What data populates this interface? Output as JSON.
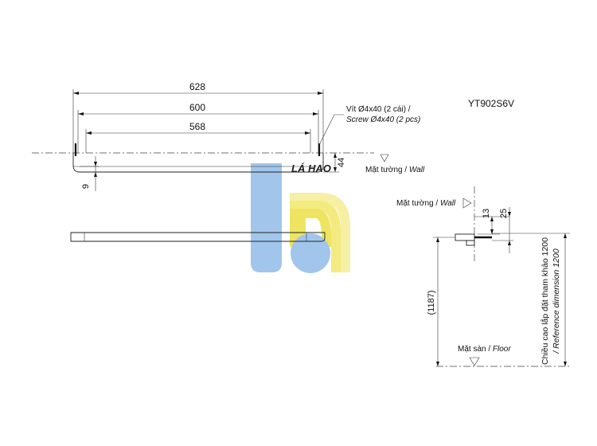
{
  "model": "YT902S6V",
  "watermark_text": "LÁ HAO",
  "colors": {
    "line": "#222222",
    "wm_blue": "#9ec4ea",
    "wm_yellow": "#f3ea7a",
    "wm_text": "#7fb0e0"
  },
  "top_view": {
    "dim_overall": "628",
    "dim_mid": "600",
    "dim_inner": "568",
    "dim_depth": "44",
    "dim_thickness": "9",
    "screw_vn": "Vít Ø4x40 (2 cái) /",
    "screw_en": "Screw Ø4x40 (2 pcs)",
    "wall_vn": "Mặt tường / ",
    "wall_en": "Wall"
  },
  "side_view": {
    "wall_vn": "Mặt tường / ",
    "wall_en": "Wall",
    "dim_13": "13",
    "dim_25": "25",
    "dim_height": "(1187)",
    "floor_vn": "Mặt sàn / ",
    "floor_en": "Floor",
    "ref_vn": "Chiều cao lắp đặt tham khảo 1200",
    "ref_en": "/ Reference dimension 1200"
  }
}
